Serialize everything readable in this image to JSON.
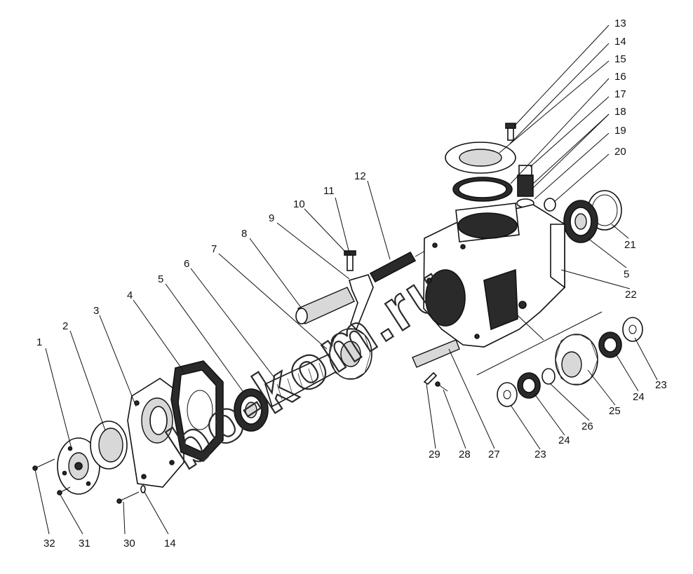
{
  "diagram": {
    "watermark": "bo-kom.ru",
    "labels": [
      {
        "id": "1",
        "text": "1"
      },
      {
        "id": "2",
        "text": "2"
      },
      {
        "id": "3",
        "text": "3"
      },
      {
        "id": "4",
        "text": "4"
      },
      {
        "id": "5a",
        "text": "5"
      },
      {
        "id": "6",
        "text": "6"
      },
      {
        "id": "7",
        "text": "7"
      },
      {
        "id": "8",
        "text": "8"
      },
      {
        "id": "9",
        "text": "9"
      },
      {
        "id": "10",
        "text": "10"
      },
      {
        "id": "11",
        "text": "11"
      },
      {
        "id": "12",
        "text": "12"
      },
      {
        "id": "13",
        "text": "13"
      },
      {
        "id": "14a",
        "text": "14"
      },
      {
        "id": "15",
        "text": "15"
      },
      {
        "id": "16",
        "text": "16"
      },
      {
        "id": "17",
        "text": "17"
      },
      {
        "id": "18",
        "text": "18"
      },
      {
        "id": "19",
        "text": "19"
      },
      {
        "id": "20",
        "text": "20"
      },
      {
        "id": "21",
        "text": "21"
      },
      {
        "id": "5b",
        "text": "5"
      },
      {
        "id": "22",
        "text": "22"
      },
      {
        "id": "23a",
        "text": "23"
      },
      {
        "id": "24a",
        "text": "24"
      },
      {
        "id": "25",
        "text": "25"
      },
      {
        "id": "26",
        "text": "26"
      },
      {
        "id": "23b",
        "text": "23"
      },
      {
        "id": "24b",
        "text": "24"
      },
      {
        "id": "27",
        "text": "27"
      },
      {
        "id": "28",
        "text": "28"
      },
      {
        "id": "29",
        "text": "29"
      },
      {
        "id": "30",
        "text": "30"
      },
      {
        "id": "31",
        "text": "31"
      },
      {
        "id": "32",
        "text": "32"
      },
      {
        "id": "14b",
        "text": "14"
      }
    ]
  }
}
